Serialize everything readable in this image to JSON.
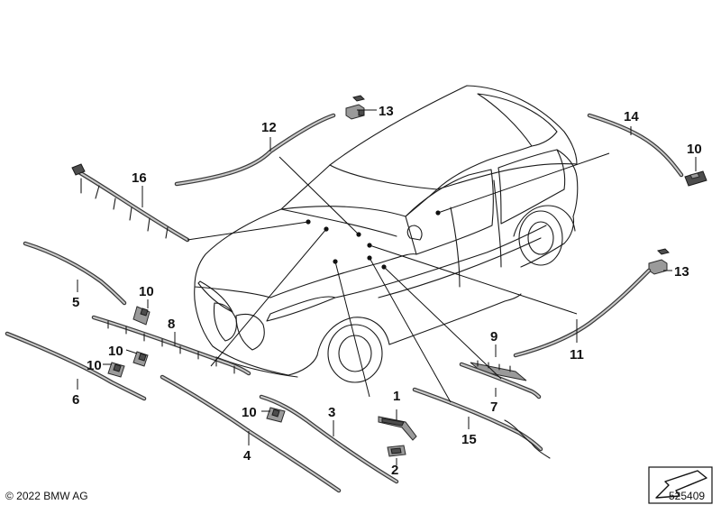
{
  "diagram": {
    "labels": [
      "1",
      "2",
      "3",
      "4",
      "5",
      "6",
      "7",
      "8",
      "9",
      "10",
      "10",
      "10",
      "10",
      "10",
      "11",
      "12",
      "13",
      "13",
      "14",
      "15",
      "16"
    ],
    "copyright": "© 2022 BMW AG",
    "figure_number": "525409"
  },
  "icons": {
    "corner_badge": "arrow-down-left-icon"
  }
}
